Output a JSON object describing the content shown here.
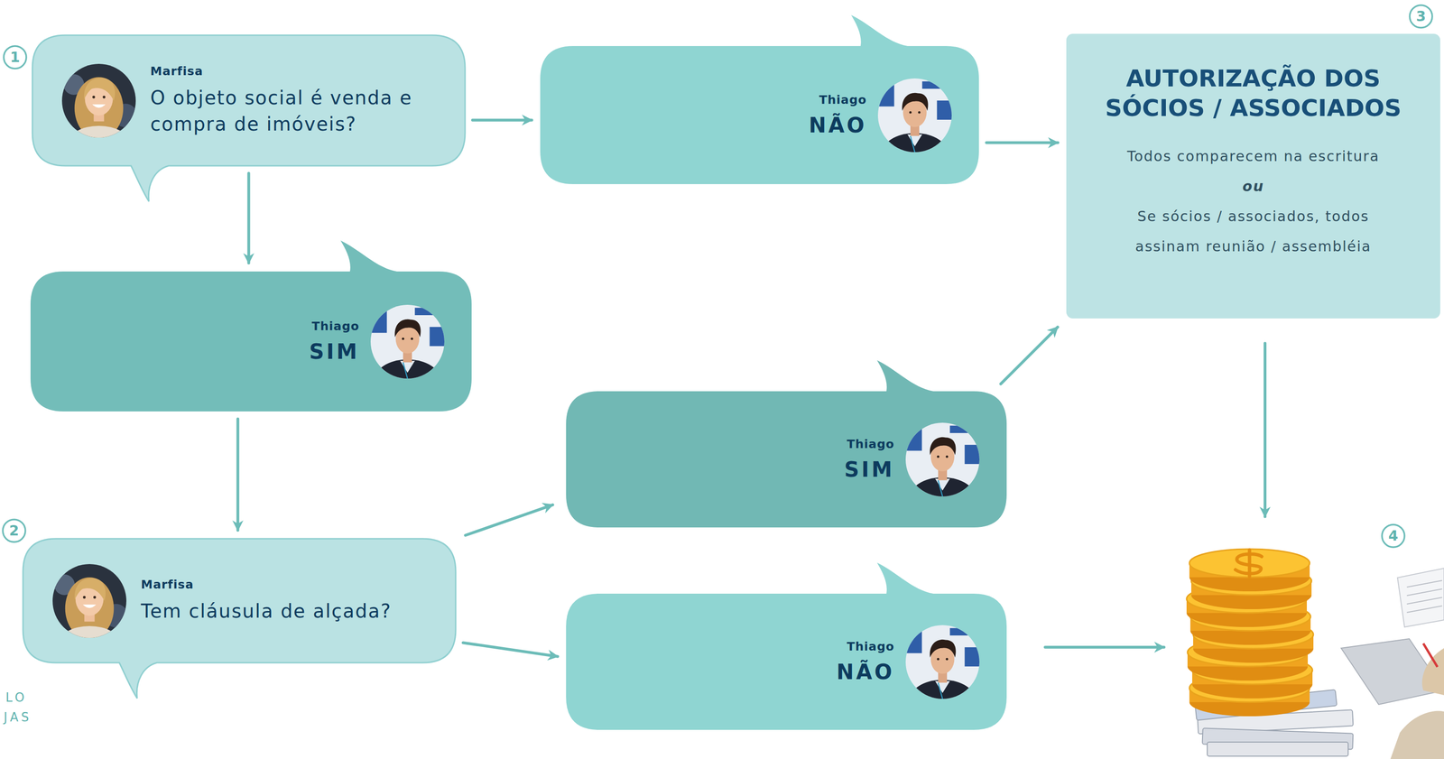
{
  "diagram": {
    "nodes": [
      {
        "text": [
          "Marfisa",
          "O objeto social é venda e compra de imóveis?"
        ]
      },
      {
        "text": [
          "Thiago",
          "NÃO"
        ]
      },
      {
        "text": [
          "AUTORIZAÇÃO DOS SÓCIOS / ASSOCIADOS",
          "Todos comparecem na escritura",
          "ou",
          "Se sócios / associados, todos assinam reunião / assembléia"
        ]
      },
      {
        "text": [
          "Thiago",
          "SIM"
        ]
      },
      {
        "text": [
          "Thiago",
          "SIM"
        ]
      },
      {
        "text": [
          "Marfisa",
          "Tem cláusula de alçada?"
        ]
      },
      {
        "text": [
          "Thiago",
          "NÃO"
        ]
      }
    ],
    "edges": [
      {
        "from": 0,
        "to": 1,
        "arrow": "to"
      },
      {
        "from": 0,
        "to": 3,
        "arrow": "to"
      },
      {
        "from": 1,
        "to": 2,
        "arrow": "to"
      },
      {
        "from": 3,
        "to": 5,
        "arrow": "to"
      },
      {
        "from": 5,
        "to": 4,
        "arrow": "to"
      },
      {
        "from": 4,
        "to": 2,
        "arrow": "to"
      },
      {
        "from": 5,
        "to": 6,
        "arrow": "to"
      }
    ],
    "labels": [
      "1",
      "2",
      "3",
      "4",
      "LO",
      "JAS"
    ]
  }
}
